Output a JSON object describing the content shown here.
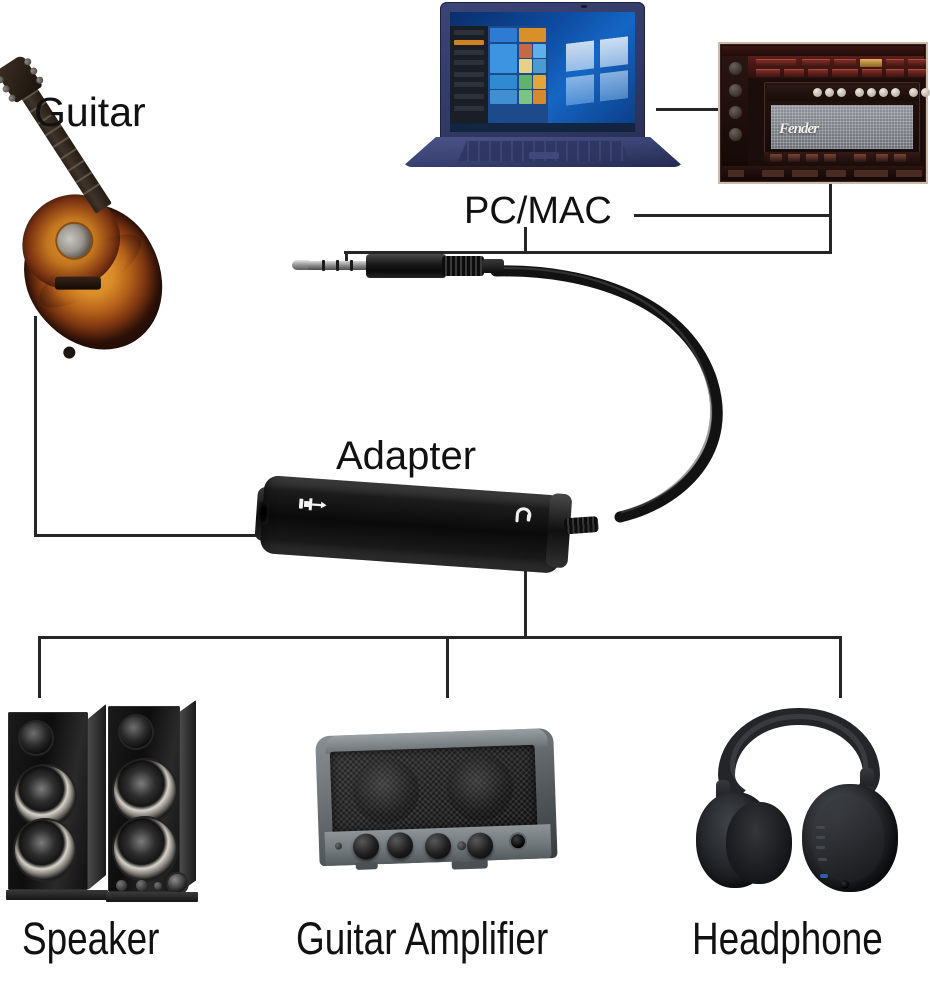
{
  "diagram": {
    "title": "Guitar to PC/MAC audio interface adapter connection diagram",
    "background_color": "#ffffff",
    "line_color": "#262626"
  },
  "labels": {
    "guitar": "Guitar",
    "pc_mac": "PC/MAC",
    "adapter": "Adapter",
    "speaker": "Speaker",
    "guitar_amplifier": "Guitar Amplifier",
    "headphone": "Headphone"
  },
  "nodes": [
    {
      "id": "guitar",
      "label": "Guitar",
      "kind": "acoustic-guitar",
      "description": "Sunburst acoustic guitar, neck angled up-right",
      "colors": {
        "body_top": "#e8a23a",
        "body_mid": "#b4601a",
        "body_edge": "#2a1007",
        "neck": "#2b2219"
      }
    },
    {
      "id": "laptop",
      "label": "PC/MAC",
      "kind": "laptop",
      "description": "Blue laptop showing Windows 10 desktop with Start menu open",
      "colors": {
        "chassis": "#3b4475",
        "screen": "#0e4a9e",
        "taskbar": "#13233b"
      }
    },
    {
      "id": "software",
      "label": "",
      "kind": "amp-simulator-software",
      "description": "Guitar amp modelling software window with Fender-style amp and grille cloth",
      "brand_text": "Fender",
      "colors": {
        "frame": "#c9bda8",
        "chrome": "#2c100d",
        "rack": "#5a1d18",
        "grille": "#8e9299"
      }
    },
    {
      "id": "plug",
      "label": "",
      "kind": "trrs-3.5mm-plug",
      "description": "3.5 mm TRRS male plug with silver tip and black strain-relief grip"
    },
    {
      "id": "adapter",
      "label": "Adapter",
      "kind": "guitar-audio-interface",
      "description": "Black cylindrical guitar-to-phone audio interface; 6.35 mm guitar input at left end, headphone output icon at right, attached 3.5 mm cable",
      "icons": {
        "left": "guitar-input-icon",
        "right": "headphone-output-icon"
      }
    },
    {
      "id": "speakers",
      "label": "Speaker",
      "kind": "tower-speakers",
      "description": "Pair of black 2.0 tower speakers, tweeter over two woofers, volume knobs on right unit"
    },
    {
      "id": "amp",
      "label": "Guitar Amplifier",
      "kind": "mini-guitar-amp",
      "description": "Grey mini guitar amplifier with black mesh grille, two drivers, four black knobs and a jack",
      "knob_count": 4
    },
    {
      "id": "headphones",
      "label": "Headphone",
      "kind": "over-ear-headphones",
      "description": "Black over-ear wireless headphones with padded band and control buttons on right cup"
    }
  ],
  "connections": [
    {
      "from": "guitar",
      "to": "adapter",
      "style": "elbow",
      "note": "guitar output to adapter input"
    },
    {
      "from": "laptop",
      "to": "software",
      "style": "straight",
      "note": "computer runs amp software"
    },
    {
      "from": "software",
      "to": "plug",
      "style": "elbow",
      "note": "software audio to 3.5 mm plug"
    },
    {
      "from": "laptop",
      "to": "plug",
      "style": "elbow",
      "note": "computer headset jack to 3.5 mm plug"
    },
    {
      "from": "adapter",
      "to": "speakers",
      "style": "tree",
      "note": "adapter output to powered speakers"
    },
    {
      "from": "adapter",
      "to": "amp",
      "style": "tree",
      "note": "adapter output to guitar amplifier"
    },
    {
      "from": "adapter",
      "to": "headphones",
      "style": "tree",
      "note": "adapter output to headphones"
    }
  ]
}
